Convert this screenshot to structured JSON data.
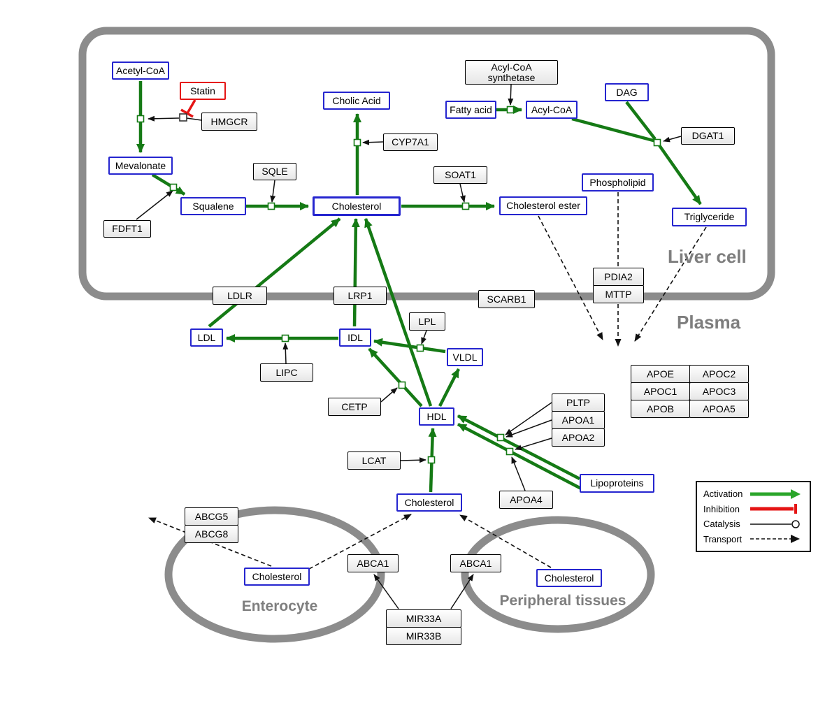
{
  "regions": {
    "liver": "Liver cell",
    "plasma": "Plasma",
    "enterocyte": "Enterocyte",
    "peripheral": "Peripheral tissues"
  },
  "nodes": {
    "acetyl_coa": "Acetyl-CoA",
    "statin": "Statin",
    "hmgcr": "HMGCR",
    "mevalonate": "Mevalonate",
    "fdft1": "FDFT1",
    "squalene": "Squalene",
    "sqle": "SQLE",
    "cholesterol_liver": "Cholesterol",
    "cholic_acid": "Cholic Acid",
    "cyp7a1": "CYP7A1",
    "soat1": "SOAT1",
    "cholesterol_ester": "Cholesterol ester",
    "acyl_coa_synthetase": "Acyl-CoA synthetase",
    "fatty_acid": "Fatty acid",
    "acyl_coa": "Acyl-CoA",
    "dag": "DAG",
    "dgat1": "DGAT1",
    "phospholipid": "Phospholipid",
    "triglyceride": "Triglyceride",
    "ldlr": "LDLR",
    "lrp1": "LRP1",
    "scarb1": "SCARB1",
    "pdia2": "PDIA2",
    "mttp": "MTTP",
    "ldl": "LDL",
    "idl": "IDL",
    "lipc": "LIPC",
    "lpl": "LPL",
    "vldl": "VLDL",
    "cetp": "CETP",
    "hdl": "HDL",
    "pltp": "PLTP",
    "apoa1": "APOA1",
    "apoa2": "APOA2",
    "apoe": "APOE",
    "apoc2": "APOC2",
    "apoc1": "APOC1",
    "apoc3": "APOC3",
    "apob": "APOB",
    "apoa5": "APOA5",
    "lcat": "LCAT",
    "apoa4": "APOA4",
    "lipoproteins": "Lipoproteins",
    "cholesterol_plasma": "Cholesterol",
    "abcg5": "ABCG5",
    "abcg8": "ABCG8",
    "cholesterol_enterocyte": "Cholesterol",
    "abca1_left": "ABCA1",
    "abca1_right": "ABCA1",
    "cholesterol_peripheral": "Cholesterol",
    "mir33a": "MIR33A",
    "mir33b": "MIR33B"
  },
  "legend": {
    "activation": "Activation",
    "inhibition": "Inhibition",
    "catalysis": "Catalysis",
    "transport": "Transport"
  },
  "colors": {
    "metabolite_border": "#2525cf",
    "inhibitor_red": "#e51515",
    "activation_green": "#157a15",
    "membrane_gray": "#8c8c8c"
  }
}
